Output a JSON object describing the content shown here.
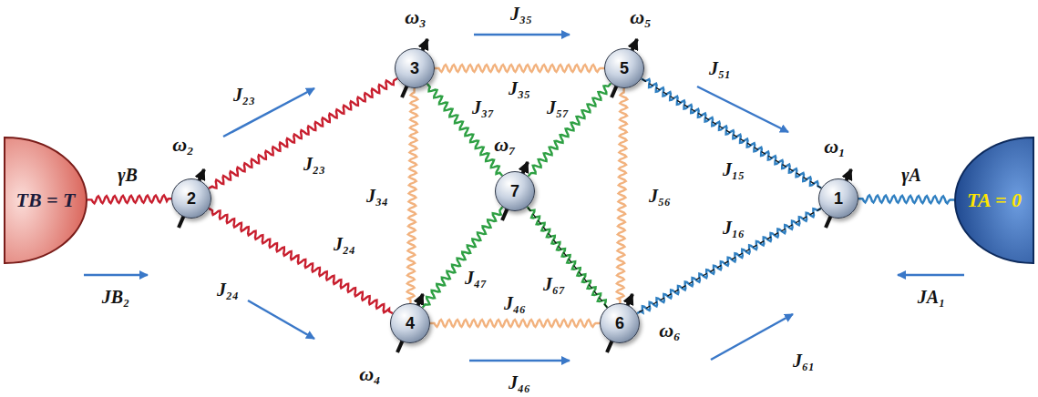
{
  "diagram": {
    "nodes": [
      {
        "text": [
          "TB = T"
        ]
      },
      {
        "text": [
          "2",
          "ω₂"
        ]
      },
      {
        "text": [
          "3",
          "ω₃"
        ]
      },
      {
        "text": [
          "4",
          "ω₄"
        ]
      },
      {
        "text": [
          "7",
          "ω₇"
        ]
      },
      {
        "text": [
          "5",
          "ω₅"
        ]
      },
      {
        "text": [
          "6",
          "ω₆"
        ]
      },
      {
        "text": [
          "1",
          "ω₁"
        ]
      },
      {
        "text": [
          "TA = 0"
        ]
      }
    ],
    "edges": [
      {
        "from": 0,
        "to": 1,
        "arrow": "none",
        "label": "γB"
      },
      {
        "from": 1,
        "to": 2,
        "arrow": "none",
        "label": "J₂₃"
      },
      {
        "from": 1,
        "to": 3,
        "arrow": "none",
        "label": "J₂₄"
      },
      {
        "from": 2,
        "to": 3,
        "arrow": "none",
        "label": "J₃₄"
      },
      {
        "from": 2,
        "to": 4,
        "arrow": "none",
        "label": "J₃₇"
      },
      {
        "from": 2,
        "to": 5,
        "arrow": "none",
        "label": "J₃₅"
      },
      {
        "from": 3,
        "to": 4,
        "arrow": "none",
        "label": "J₄₇"
      },
      {
        "from": 3,
        "to": 6,
        "arrow": "none",
        "label": "J₄₆"
      },
      {
        "from": 5,
        "to": 4,
        "arrow": "none",
        "label": "J₅₇"
      },
      {
        "from": 6,
        "to": 4,
        "arrow": "none",
        "label": "J₆₇"
      },
      {
        "from": 5,
        "to": 6,
        "arrow": "none",
        "label": "J₅₆"
      },
      {
        "from": 7,
        "to": 5,
        "arrow": "none",
        "label": "J₁₅"
      },
      {
        "from": 7,
        "to": 6,
        "arrow": "none",
        "label": "J₁₆"
      },
      {
        "from": 7,
        "to": 8,
        "arrow": "none",
        "label": "γA"
      }
    ],
    "labels": [
      "JB₂",
      "J₂₃",
      "J₂₄",
      "J₃₅",
      "J₄₆",
      "J₅₁",
      "J₆₁",
      "JA₁"
    ]
  }
}
